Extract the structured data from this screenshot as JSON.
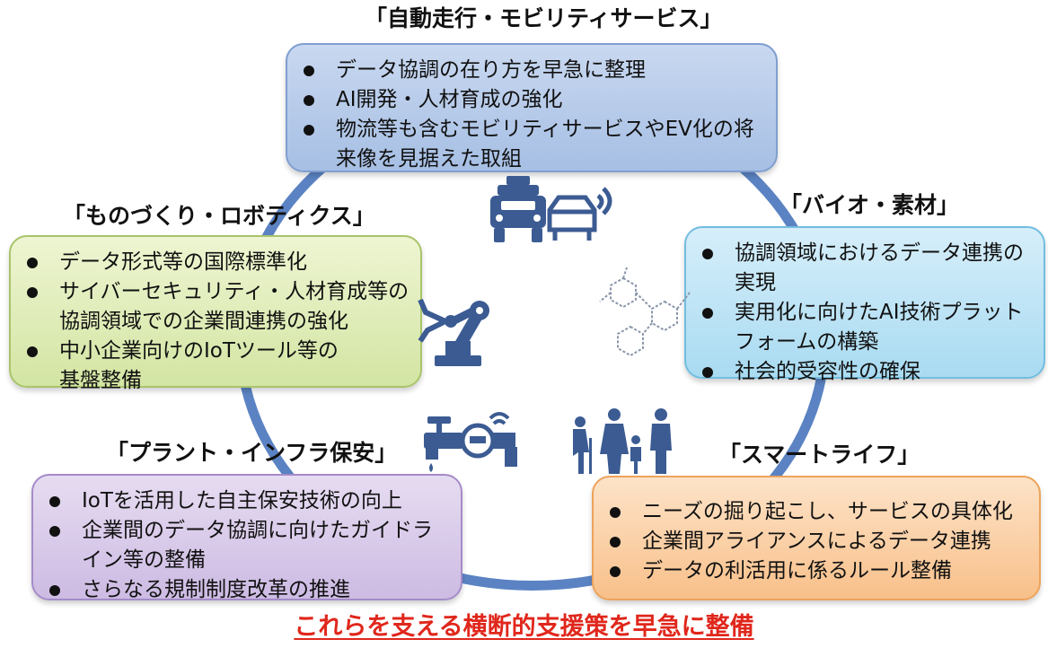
{
  "sections": {
    "mobility": {
      "heading": "「自動走行・モビリティサービス」",
      "items": [
        [
          "データ協調の在り方を早急に整理"
        ],
        [
          "AI開発・人材育成の強化"
        ],
        [
          "物流等も含むモビリティサービスやEV化の将",
          "来像を見据えた取組"
        ]
      ]
    },
    "manufacturing": {
      "heading": "「ものづくり・ロボティクス」",
      "items": [
        [
          "データ形式等の国際標準化"
        ],
        [
          "サイバーセキュリティ・人材育成等の",
          "協調領域での企業間連携の強化"
        ],
        [
          "中小企業向けのIoTツール等の",
          "基盤整備"
        ]
      ]
    },
    "bio": {
      "heading": "「バイオ・素材」",
      "items": [
        [
          "協調領域におけるデータ連携の",
          "実現"
        ],
        [
          "実用化に向けたAI技術プラット",
          "フォームの構築"
        ],
        [
          "社会的受容性の確保"
        ]
      ]
    },
    "plant": {
      "heading": "「プラント・インフラ保安」",
      "items": [
        [
          "IoTを活用した自主保安技術の向上"
        ],
        [
          "企業間のデータ協調に向けたガイドラ",
          "イン等の整備"
        ],
        [
          "さらなる規制制度改革の推進"
        ]
      ]
    },
    "smartlife": {
      "heading": "「スマートライフ」",
      "items": [
        [
          "ニーズの掘り起こし、サービスの具体化"
        ],
        [
          "企業間アライアンスによるデータ連携"
        ],
        [
          "データの利活用に係るルール整備"
        ]
      ]
    }
  },
  "footer": "これらを支える横断的支援策を早急に整備",
  "icons": [
    "cars-icon",
    "robot-arm-icon",
    "molecule-icon",
    "faucet-meter-icon",
    "family-icon"
  ],
  "colors": {
    "ring": "#5b83c3",
    "icon": "#3b5b92",
    "footer": "#e0271c"
  }
}
